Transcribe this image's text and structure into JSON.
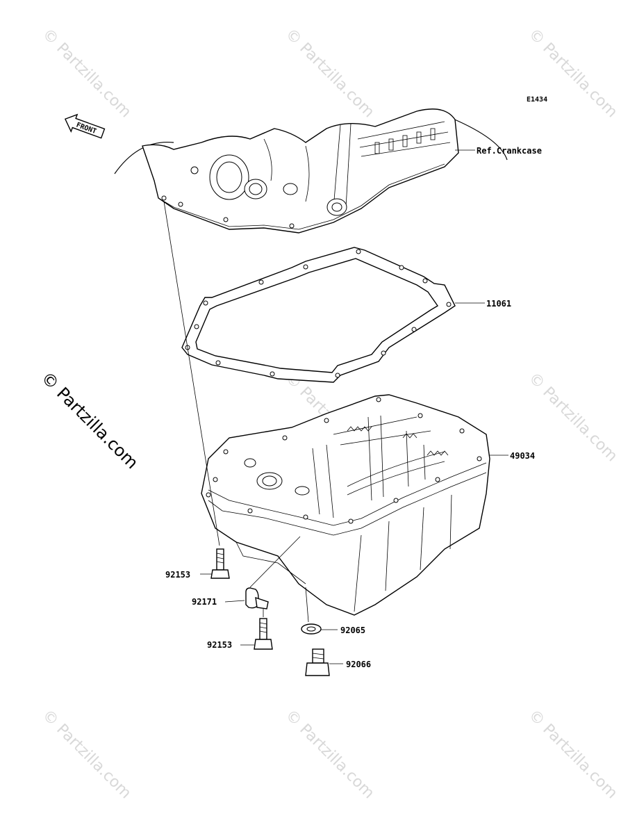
{
  "diagram": {
    "code": "E1434",
    "front_label": "FRONT",
    "watermark": "© Partzilla.com",
    "parts": [
      {
        "id": "crankcase",
        "label": "Ref.Crankcase"
      },
      {
        "id": "gasket",
        "label": "11061"
      },
      {
        "id": "oil-pan",
        "label": "49034"
      },
      {
        "id": "bolt-upper",
        "label": "92153"
      },
      {
        "id": "clamp",
        "label": "92171"
      },
      {
        "id": "bolt-lower",
        "label": "92153"
      },
      {
        "id": "washer",
        "label": "92065"
      },
      {
        "id": "drain-plug",
        "label": "92066"
      }
    ]
  }
}
